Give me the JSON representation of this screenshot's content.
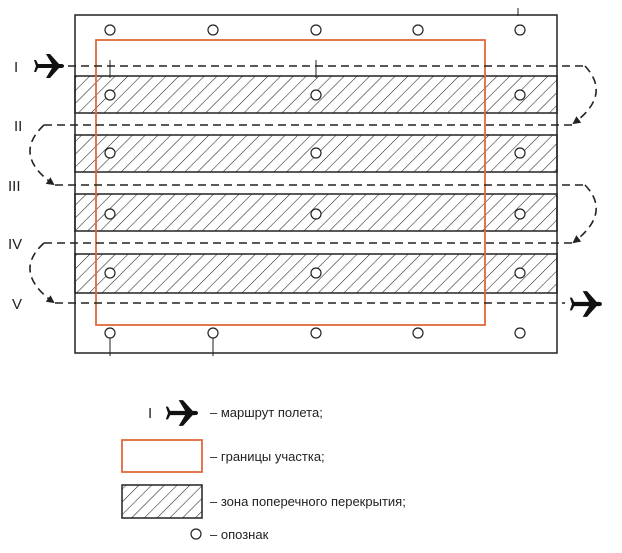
{
  "routes": [
    {
      "label": "I"
    },
    {
      "label": "II"
    },
    {
      "label": "III"
    },
    {
      "label": "IV"
    },
    {
      "label": "V"
    }
  ],
  "legend": {
    "route_symbol_label": "I",
    "route_text": "– маршрут полета;",
    "boundary_text": "– границы участка;",
    "overlap_text": "– зона поперечного перекрытия;",
    "marker_text": "– опознак"
  },
  "colors": {
    "boundary": "#e06a3c",
    "lines": "#222222"
  },
  "icons": {
    "route": "airplane-icon",
    "marker": "circle-marker-icon"
  }
}
